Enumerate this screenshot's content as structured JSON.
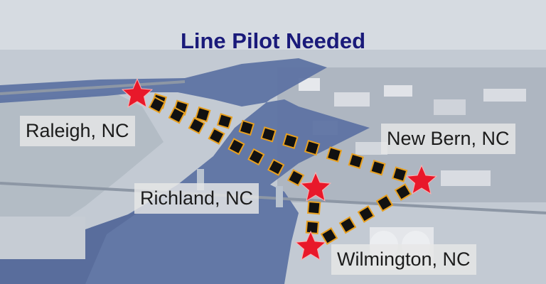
{
  "title": "Line Pilot Needed",
  "cities": [
    {
      "id": "raleigh",
      "name": "Raleigh, NC"
    },
    {
      "id": "newbern",
      "name": "New Bern, NC"
    },
    {
      "id": "richland",
      "name": "Richland, NC"
    },
    {
      "id": "wilmington",
      "name": "Wilmington, NC"
    }
  ],
  "routes": [
    {
      "from": "Raleigh, NC",
      "to": "New Bern, NC"
    },
    {
      "from": "Raleigh, NC",
      "to": "Richland, NC"
    },
    {
      "from": "Richland, NC",
      "to": "Wilmington, NC"
    },
    {
      "from": "Wilmington, NC",
      "to": "New Bern, NC"
    }
  ],
  "colors": {
    "title": "#1a1a7a",
    "marker_star": "#e8182a",
    "route_square": "#111111",
    "route_border": "#e8a020",
    "water": "#5e73a3",
    "land": "#b9c2cc"
  }
}
